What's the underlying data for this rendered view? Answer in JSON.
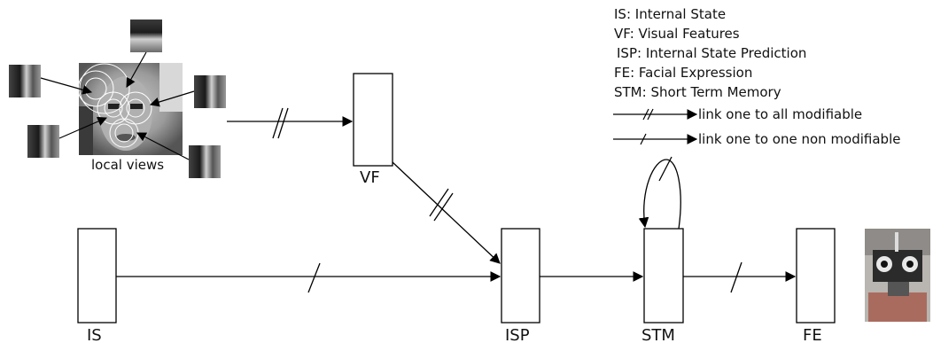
{
  "legend": {
    "lines": [
      "IS: Internal State",
      "VF: Visual Features",
      "ISP: Internal State Prediction",
      "FE: Facial Expression",
      "STM: Short Term Memory"
    ],
    "modifiable_label": "link one to all modifiable",
    "non_modifiable_label": "link one to one non modifiable"
  },
  "nodes": {
    "vf": "VF",
    "is": "IS",
    "isp": "ISP",
    "stm": "STM",
    "fe": "FE"
  },
  "image_labels": {
    "local_views": "local views"
  },
  "colors": {
    "line": "#000000",
    "face_bg": "#8a8a8a",
    "patch_dark": "#2a2a2a",
    "patch_light": "#b9b9b9"
  }
}
